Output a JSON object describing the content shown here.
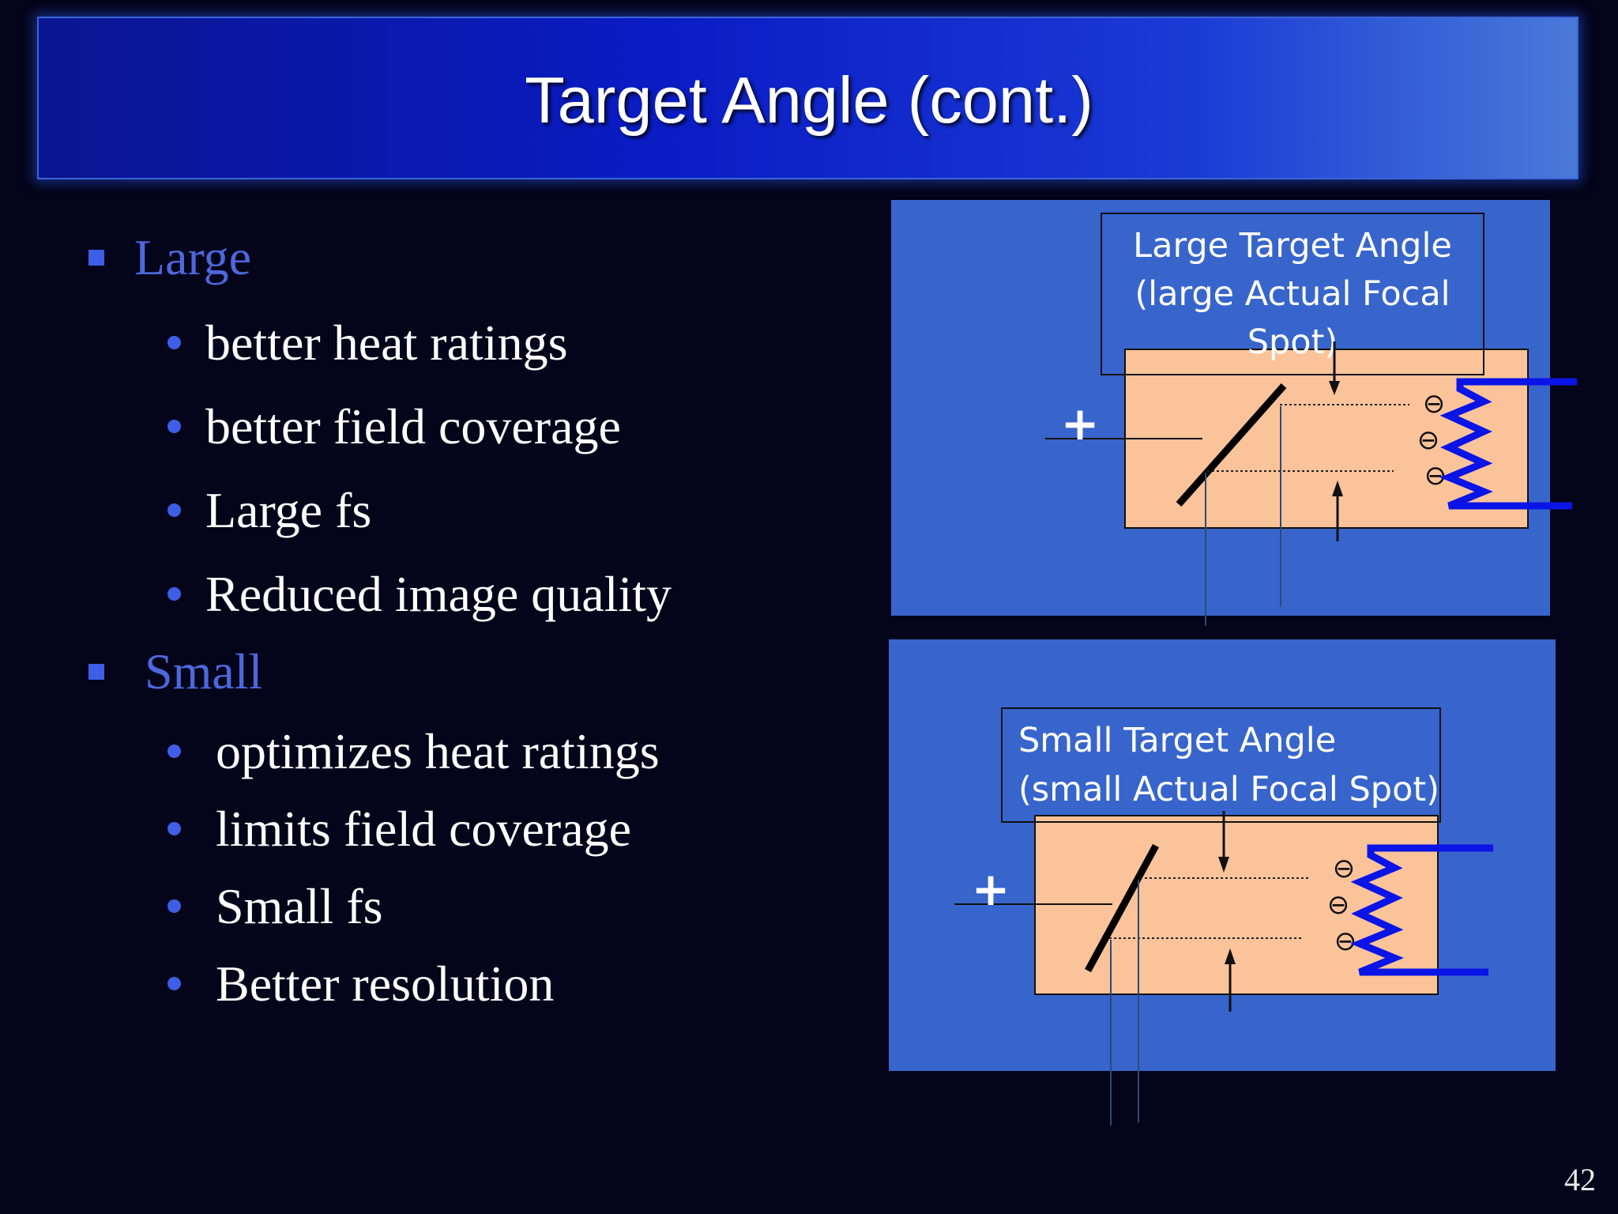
{
  "slide": {
    "title": "Target Angle (cont.)",
    "page_number": "42"
  },
  "bullets": {
    "large": {
      "label": "Large",
      "items": [
        "better heat ratings",
        "better field coverage",
        "Large fs",
        "Reduced image quality"
      ]
    },
    "small": {
      "label": "Small",
      "items": [
        "optimizes heat ratings",
        "limits field coverage",
        "Small fs",
        "Better resolution"
      ]
    }
  },
  "diagrams": {
    "large": {
      "caption_line1": "Large Target Angle",
      "caption_line2": "(large Actual Focal",
      "caption_line3": "Spot)",
      "anode_sign": "+",
      "electron_symbol": "⊖"
    },
    "small": {
      "caption_line1": "Small Target Angle",
      "caption_line2": "(small Actual Focal Spot)",
      "anode_sign": "+",
      "electron_symbol": "⊖"
    }
  },
  "colors": {
    "background": "#04041a",
    "title_bar": "#0a1cc4",
    "bullet_accent": "#4d68dc",
    "panel": "#3865cc",
    "tube_fill": "#fbc39a",
    "filament": "#0a14e6"
  }
}
